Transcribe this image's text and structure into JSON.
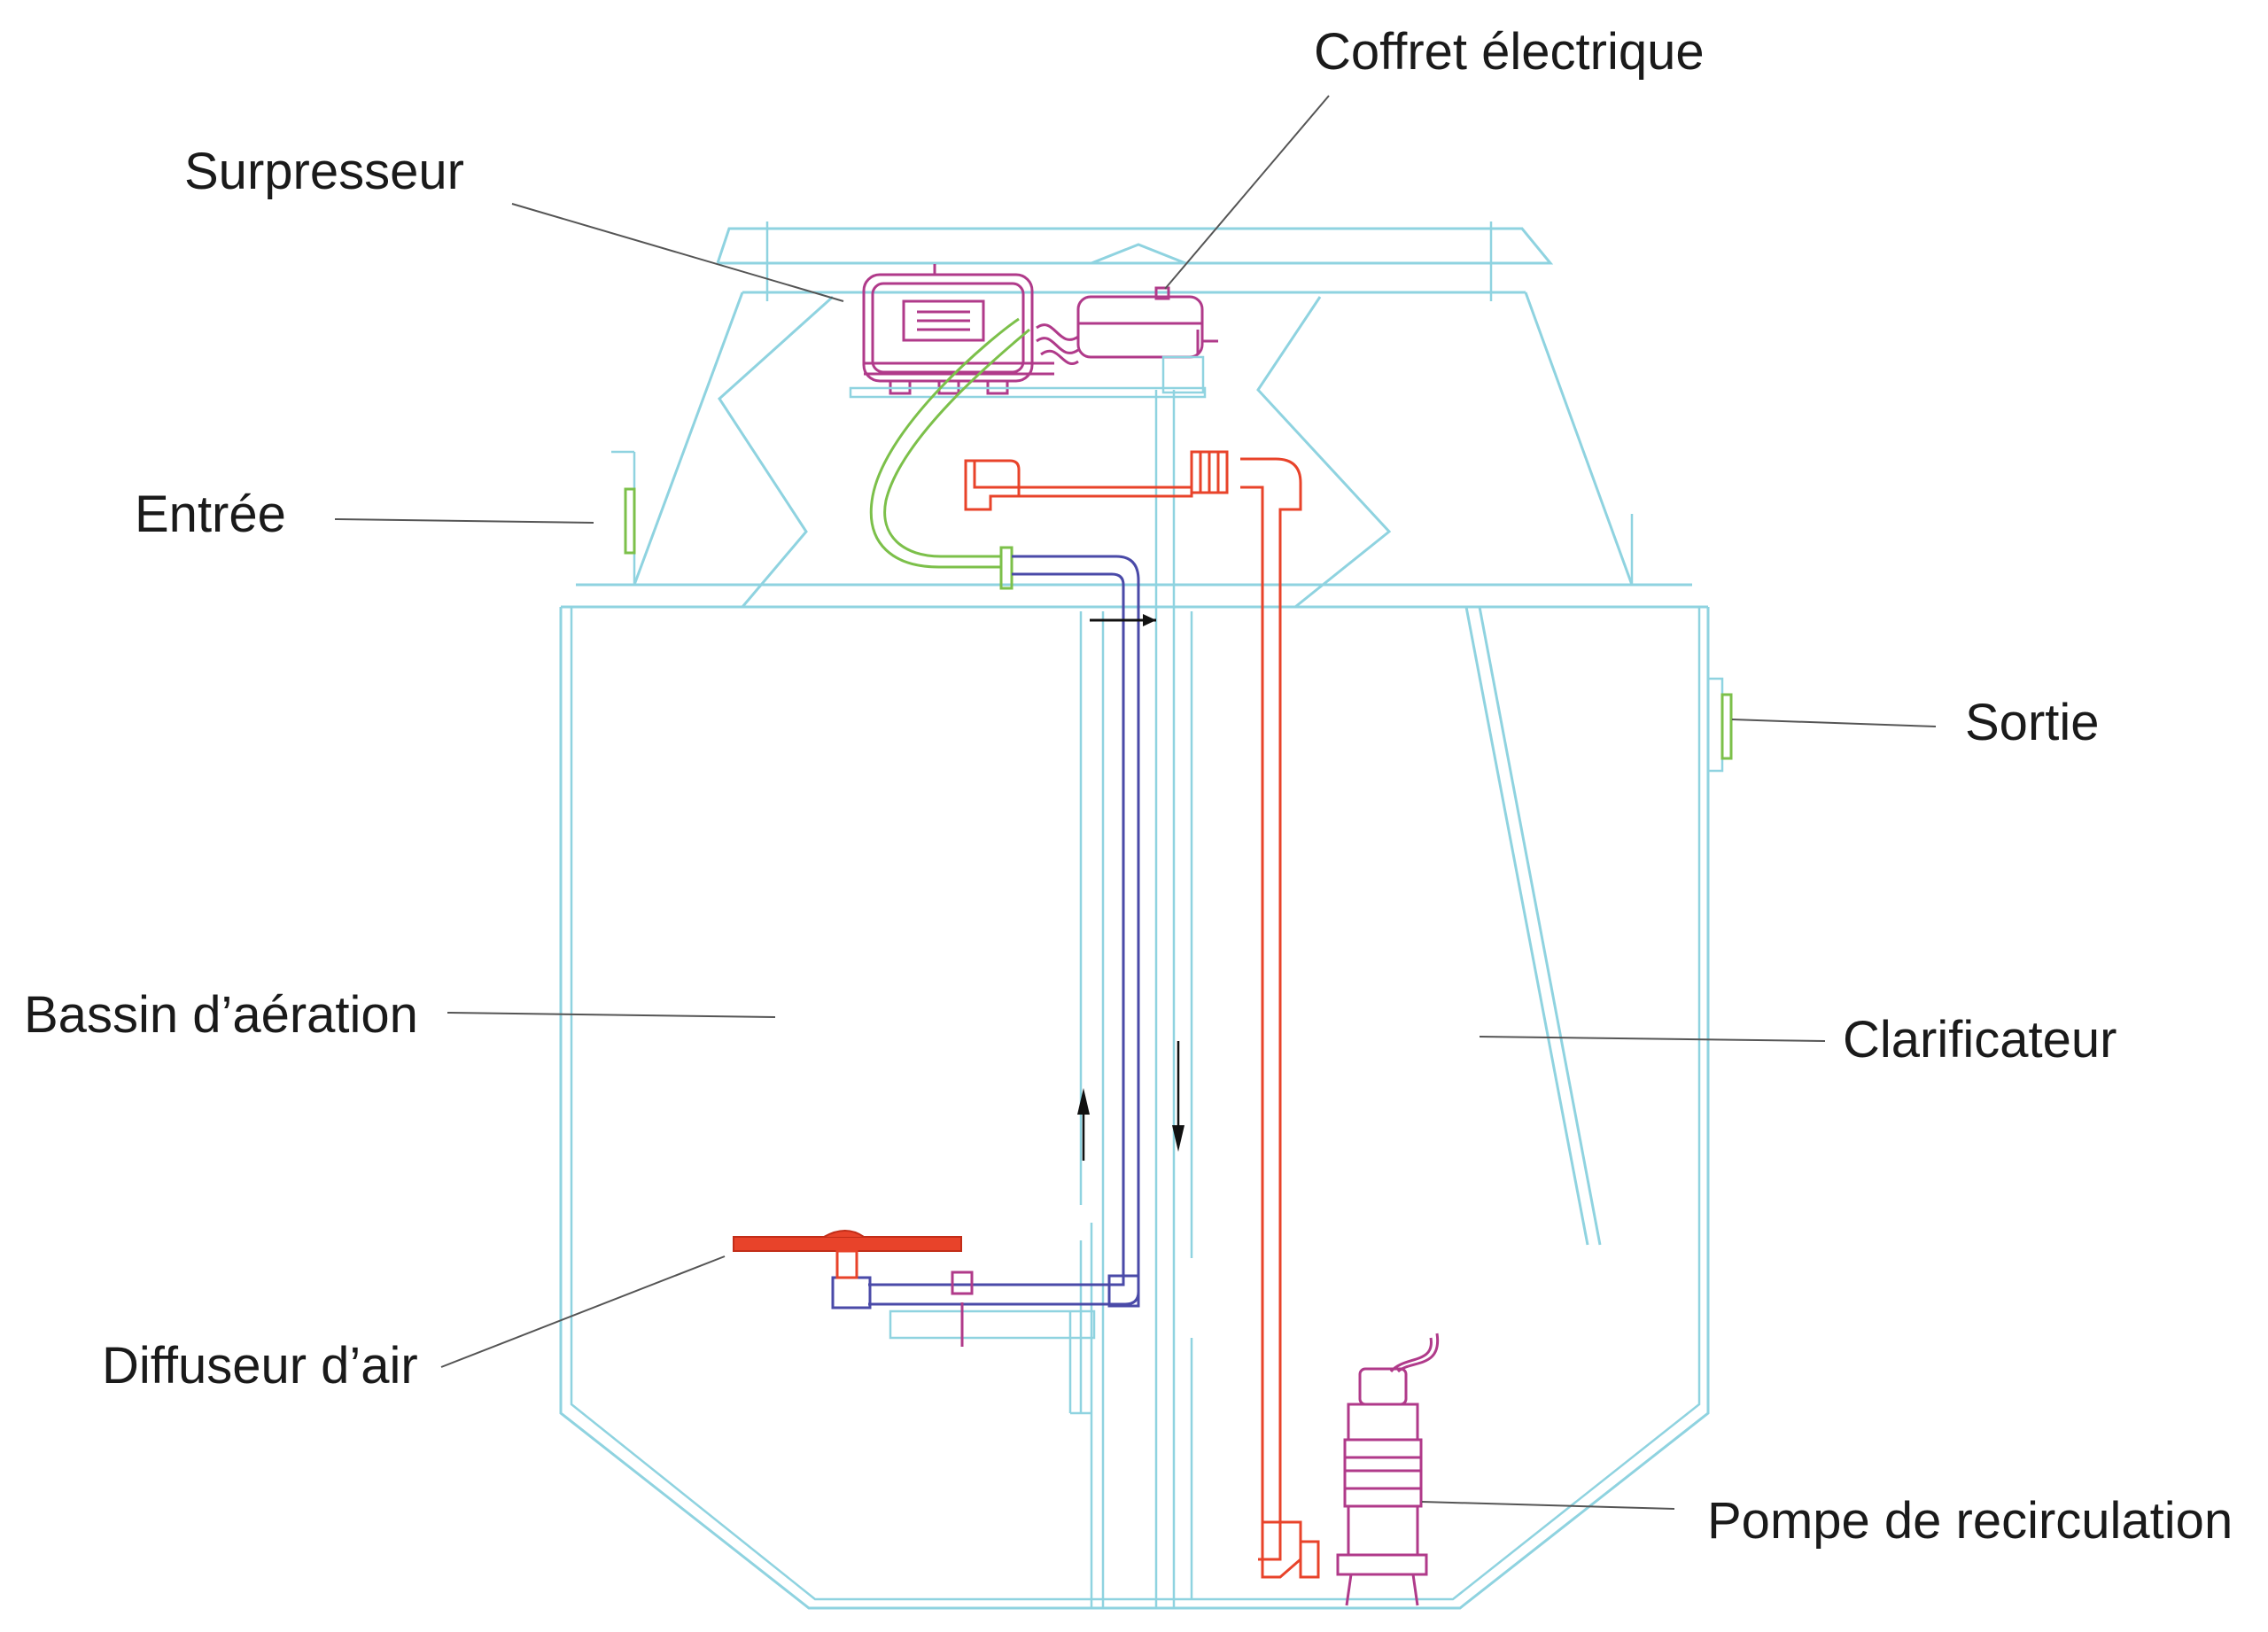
{
  "labels": {
    "coffret": "Coffret électrique",
    "surpresseur": "Surpresseur",
    "entree": "Entrée",
    "sortie": "Sortie",
    "bassin": "Bassin d’aération",
    "clarificateur": "Clarificateur",
    "diffuseur": "Diffuseur d’air",
    "pompe": "Pompe de recirculation"
  },
  "colors": {
    "tank_outline": "#8fd3e0",
    "recirculation_pipe": "#e8432a",
    "air_pipe": "#4a4aa8",
    "air_hose": "#7cc04a",
    "equipment": "#b03a8a",
    "leader_line": "#555555"
  }
}
